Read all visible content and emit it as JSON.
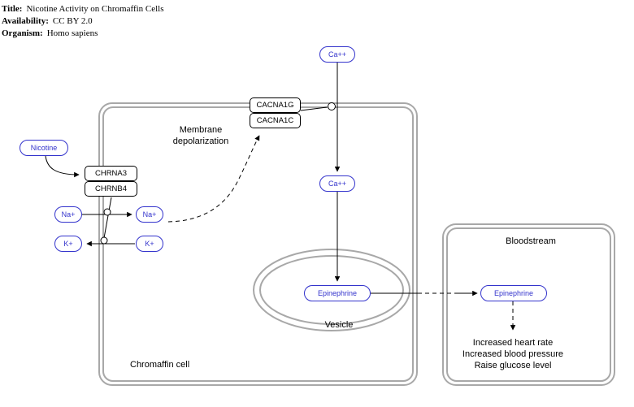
{
  "header": {
    "title_label": "Title:",
    "title_value": "Nicotine Activity on Chromaffin Cells",
    "availability_label": "Availability:",
    "availability_value": "CC BY 2.0",
    "organism_label": "Organism:",
    "organism_value": "Homo sapiens"
  },
  "colors": {
    "metabolite": "#3333cc",
    "gene_border": "#000000",
    "compartment_border": "#a8a8a8",
    "edge": "#000000"
  },
  "nodes": {
    "ca_extracellular": "Ca++",
    "ca_intracellular": "Ca++",
    "nicotine": "Nicotine",
    "na_out": "Na+",
    "na_in": "Na+",
    "k_out": "K+",
    "k_in": "K+",
    "epinephrine_vesicle": "Epinephrine",
    "epinephrine_blood": "Epinephrine",
    "cacna1g": "CACNA1G",
    "cacna1c": "CACNA1C",
    "chrna3": "CHRNA3",
    "chrnb4": "CHRNB4"
  },
  "labels": {
    "membrane_depolarization_line1": "Membrane",
    "membrane_depolarization_line2": "depolarization",
    "vesicle": "Vesicle",
    "chromaffin_cell": "Chromaffin cell",
    "bloodstream": "Bloodstream",
    "effect_line1": "Increased heart rate",
    "effect_line2": "Increased blood pressure",
    "effect_line3": "Raise glucose level"
  }
}
